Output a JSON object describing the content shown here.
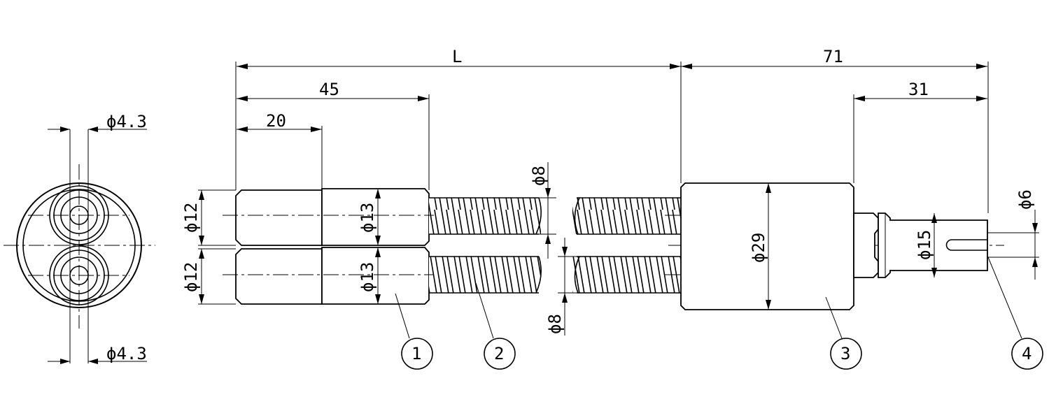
{
  "dimensions": {
    "length_L": "L",
    "d71": "71",
    "d45": "45",
    "d20": "20",
    "d31": "31",
    "phi4_3_top": "ϕ4.3",
    "phi4_3_bottom": "ϕ4.3",
    "phi12_top": "ϕ12",
    "phi12_bottom": "ϕ12",
    "phi13_top": "ϕ13",
    "phi13_bottom": "ϕ13",
    "phi8_top": "ϕ8",
    "phi8_bottom": "ϕ8",
    "phi29": "ϕ29",
    "phi15": "ϕ15",
    "phi6": "ϕ6"
  },
  "balloons": {
    "b1": "1",
    "b2": "2",
    "b3": "3",
    "b4": "4"
  }
}
